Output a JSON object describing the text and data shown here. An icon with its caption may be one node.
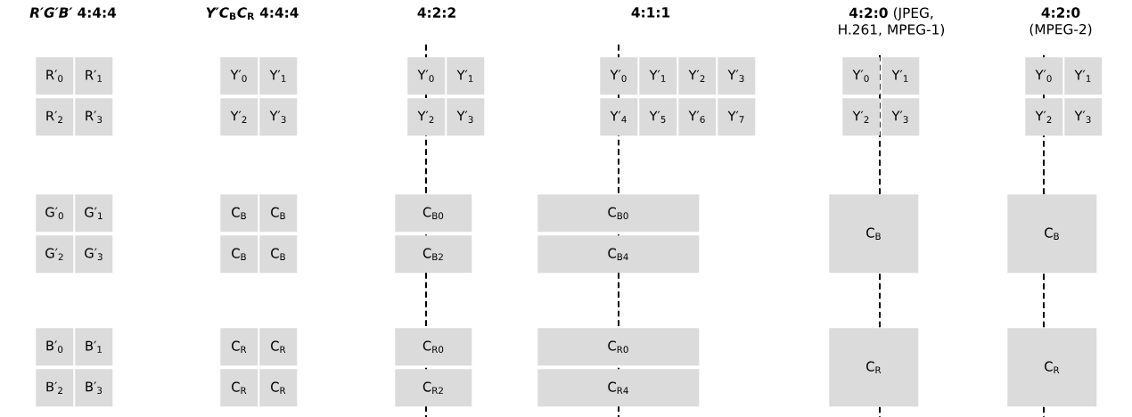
{
  "diagram": {
    "nodes": [
      {
        "text": [
          "R′$_{0}$"
        ]
      },
      {
        "text": [
          "R′$_{1}$"
        ]
      },
      {
        "text": [
          "R′$_{2}$"
        ]
      },
      {
        "text": [
          "R′$_{3}$"
        ]
      },
      {
        "text": [
          "G′$_{0}$"
        ]
      },
      {
        "text": [
          "G′$_{1}$"
        ]
      },
      {
        "text": [
          "G′$_{2}$"
        ]
      },
      {
        "text": [
          "G′$_{3}$"
        ]
      },
      {
        "text": [
          "B′$_{0}$"
        ]
      },
      {
        "text": [
          "B′$_{1}$"
        ]
      },
      {
        "text": [
          "B′$_{2}$"
        ]
      },
      {
        "text": [
          "B′$_{3}$"
        ]
      },
      {
        "text": [
          "Y′$_{0}$"
        ]
      },
      {
        "text": [
          "Y′$_{1}$"
        ]
      },
      {
        "text": [
          "Y′$_{2}$"
        ]
      },
      {
        "text": [
          "Y′$_{3}$"
        ]
      },
      {
        "text": [
          "C$_{B}$"
        ]
      },
      {
        "text": [
          "C$_{B}$"
        ]
      },
      {
        "text": [
          "C$_{B}$"
        ]
      },
      {
        "text": [
          "C$_{B}$"
        ]
      },
      {
        "text": [
          "C$_{R}$"
        ]
      },
      {
        "text": [
          "C$_{R}$"
        ]
      },
      {
        "text": [
          "C$_{R}$"
        ]
      },
      {
        "text": [
          "C$_{R}$"
        ]
      },
      {
        "text": [
          "Y′$_{0}$"
        ]
      },
      {
        "text": [
          "Y′$_{1}$"
        ]
      },
      {
        "text": [
          "Y′$_{2}$"
        ]
      },
      {
        "text": [
          "Y′$_{3}$"
        ]
      },
      {
        "text": [
          "C$_{B0}$"
        ]
      },
      {
        "text": [
          "C$_{B2}$"
        ]
      },
      {
        "text": [
          "C$_{R0}$"
        ]
      },
      {
        "text": [
          "C$_{R2}$"
        ]
      },
      {
        "text": [
          "Y′$_{0}$"
        ]
      },
      {
        "text": [
          "Y′$_{1}$"
        ]
      },
      {
        "text": [
          "Y′$_{2}$"
        ]
      },
      {
        "text": [
          "Y′$_{3}$"
        ]
      },
      {
        "text": [
          "Y′$_{4}$"
        ]
      },
      {
        "text": [
          "Y′$_{5}$"
        ]
      },
      {
        "text": [
          "Y′$_{6}$"
        ]
      },
      {
        "text": [
          "Y′$_{7}$"
        ]
      },
      {
        "text": [
          "C$_{B0}$"
        ]
      },
      {
        "text": [
          "C$_{B4}$"
        ]
      },
      {
        "text": [
          "C$_{R0}$"
        ]
      },
      {
        "text": [
          "C$_{R4}$"
        ]
      },
      {
        "text": [
          "Y′$_{0}$"
        ]
      },
      {
        "text": [
          "Y′$_{1}$"
        ]
      },
      {
        "text": [
          "Y′$_{2}$"
        ]
      },
      {
        "text": [
          "Y′$_{3}$"
        ]
      },
      {
        "text": [
          "C$_{B}$"
        ]
      },
      {
        "text": [
          "C$_{R}$"
        ]
      },
      {
        "text": [
          "Y′$_{0}$"
        ]
      },
      {
        "text": [
          "Y′$_{1}$"
        ]
      },
      {
        "text": [
          "Y′$_{2}$"
        ]
      },
      {
        "text": [
          "Y′$_{3}$"
        ]
      },
      {
        "text": [
          "C$_{B}$"
        ]
      },
      {
        "text": [
          "C$_{R}$"
        ]
      }
    ],
    "labels": [
      "*R′G′B′* 4:4:4",
      "*Y′C*$_{B}$*C*$_{R}$ 4:4:4",
      "4:2:2",
      "4:1:1",
      "**4:2:0** (JPEG, H.261, MPEG-1)",
      "**4:2:0** (MPEG-2)"
    ]
  }
}
